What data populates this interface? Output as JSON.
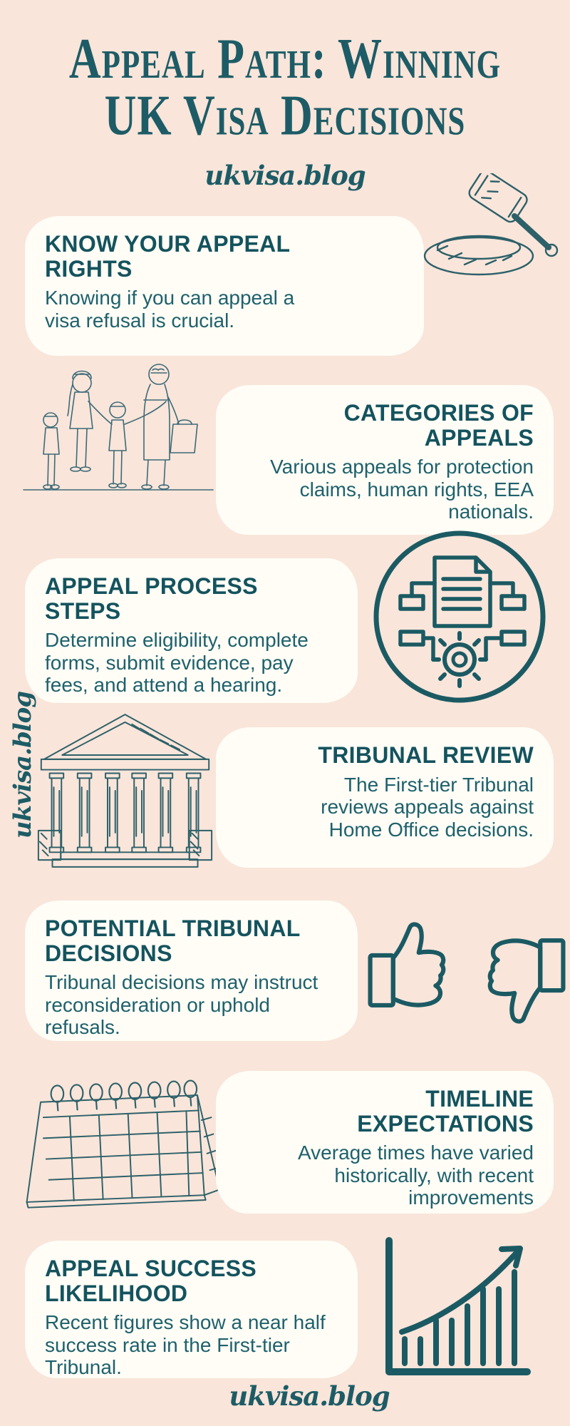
{
  "page": {
    "title_lines": [
      "Appeal Path: Winning",
      "UK Visa Decisions"
    ],
    "brand_top": "ukvisa.blog",
    "brand_side": "ukvisa.blog",
    "brand_footer": "ukvisa.blog"
  },
  "colors": {
    "background": "#f9e5da",
    "card": "#fffdf6",
    "heading_teal": "#14535e",
    "body_teal": "#1e616c",
    "title_teal": "#1d5c66",
    "icon_stroke": "#1b5a63",
    "sketch_stroke": "#2d6069"
  },
  "sections": [
    {
      "id": "know-your-appeal-rights",
      "heading_lines": [
        "KNOW YOUR APPEAL",
        "RIGHTS"
      ],
      "body_lines": [
        "Knowing if you can appeal a",
        "visa refusal is crucial."
      ],
      "icon": "gavel-illustration",
      "align": "left"
    },
    {
      "id": "categories-of-appeals",
      "heading_lines": [
        "CATEGORIES OF",
        "APPEALS"
      ],
      "body_lines": [
        "Various appeals for protection",
        "claims, human rights, EEA",
        "nationals."
      ],
      "icon": "family-illustration",
      "align": "right"
    },
    {
      "id": "appeal-process-steps",
      "heading_lines": [
        "APPEAL PROCESS",
        "STEPS"
      ],
      "body_lines": [
        "Determine eligibility, complete",
        "forms, submit evidence, pay",
        "fees, and attend a hearing."
      ],
      "icon": "process-flow-icon",
      "align": "left"
    },
    {
      "id": "tribunal-review",
      "heading_lines": [
        "TRIBUNAL REVIEW"
      ],
      "body_lines": [
        "The First-tier Tribunal",
        "reviews appeals against",
        "Home Office decisions."
      ],
      "icon": "courthouse-illustration",
      "align": "right"
    },
    {
      "id": "potential-tribunal-decisions",
      "heading_lines": [
        "POTENTIAL TRIBUNAL",
        "DECISIONS"
      ],
      "body_lines": [
        "Tribunal decisions may instruct",
        "reconsideration or uphold",
        "refusals."
      ],
      "icon": "thumbs-up-down-icons",
      "align": "left"
    },
    {
      "id": "timeline-expectations",
      "heading_lines": [
        "TIMELINE",
        "EXPECTATIONS"
      ],
      "body_lines": [
        "Average times have varied",
        "historically, with recent",
        "improvements"
      ],
      "icon": "calendar-illustration",
      "align": "right"
    },
    {
      "id": "appeal-success-likelihood",
      "heading_lines": [
        "APPEAL SUCCESS",
        "LIKELIHOOD"
      ],
      "body_lines": [
        "Recent figures show a near half",
        "success rate in the First-tier",
        "Tribunal."
      ],
      "icon": "growth-chart-icon",
      "align": "left"
    }
  ]
}
